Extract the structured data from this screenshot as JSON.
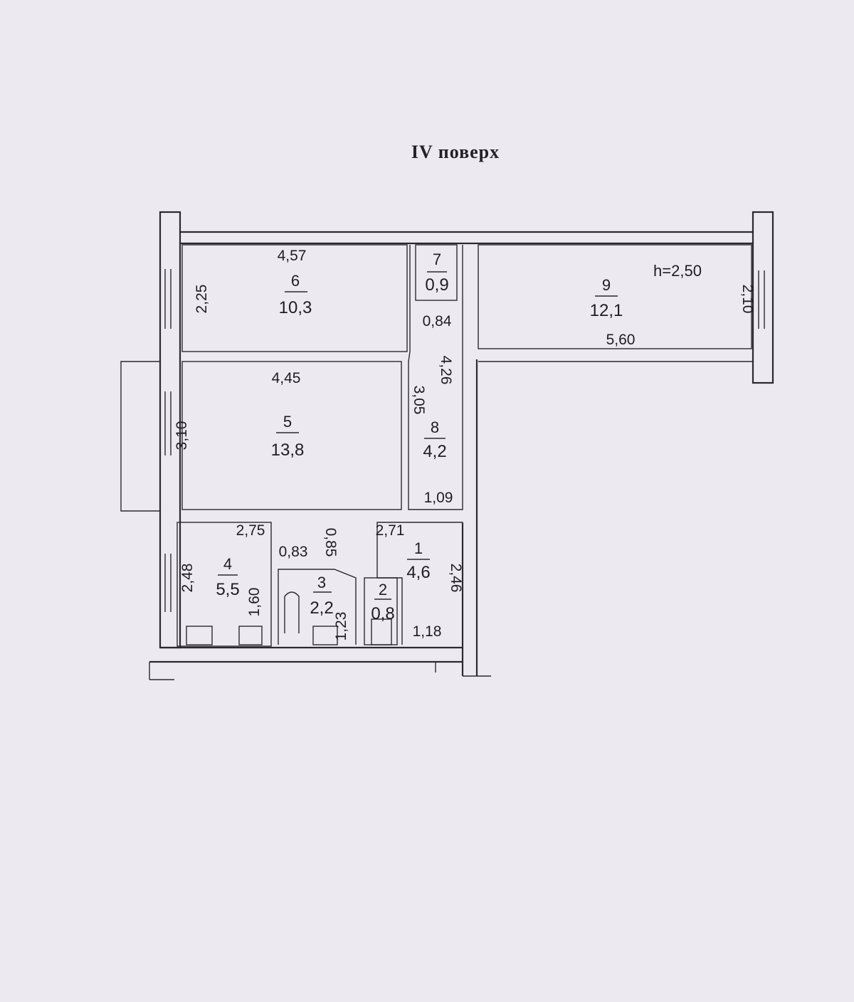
{
  "plan": {
    "floor_title": "IV поверх",
    "ceiling_height": "h=2,50",
    "rooms": [
      {
        "id": "room-1",
        "number": "1",
        "area": "4,6"
      },
      {
        "id": "room-2",
        "number": "2",
        "area": "0,8"
      },
      {
        "id": "room-3",
        "number": "3",
        "area": "2,2"
      },
      {
        "id": "room-4",
        "number": "4",
        "area": "5,5"
      },
      {
        "id": "room-5",
        "number": "5",
        "area": "13,8"
      },
      {
        "id": "room-6",
        "number": "6",
        "area": "10,3"
      },
      {
        "id": "room-7",
        "number": "7",
        "area": "0,9"
      },
      {
        "id": "room-8",
        "number": "8",
        "area": "4,2"
      },
      {
        "id": "room-9",
        "number": "9",
        "area": "12,1"
      }
    ],
    "dimensions": {
      "room6_width": "4,57",
      "room6_height": "2,25",
      "room7_width": "0,84",
      "room9_width": "5,60",
      "room9_height": "2,10",
      "room5_width": "4,45",
      "room5_height": "3,10",
      "room8_height_left": "3,05",
      "room8_height_right": "4,26",
      "room8_width": "1,09",
      "room4_width": "2,75",
      "room4_height": "2,48",
      "room4_inner": "1,60",
      "room3_width": "0,83",
      "room3_depth": "0,85",
      "room3_inner": "1,23",
      "room1_width": "2,71",
      "room1_height": "2,46",
      "room1_bottom": "1,18"
    }
  }
}
